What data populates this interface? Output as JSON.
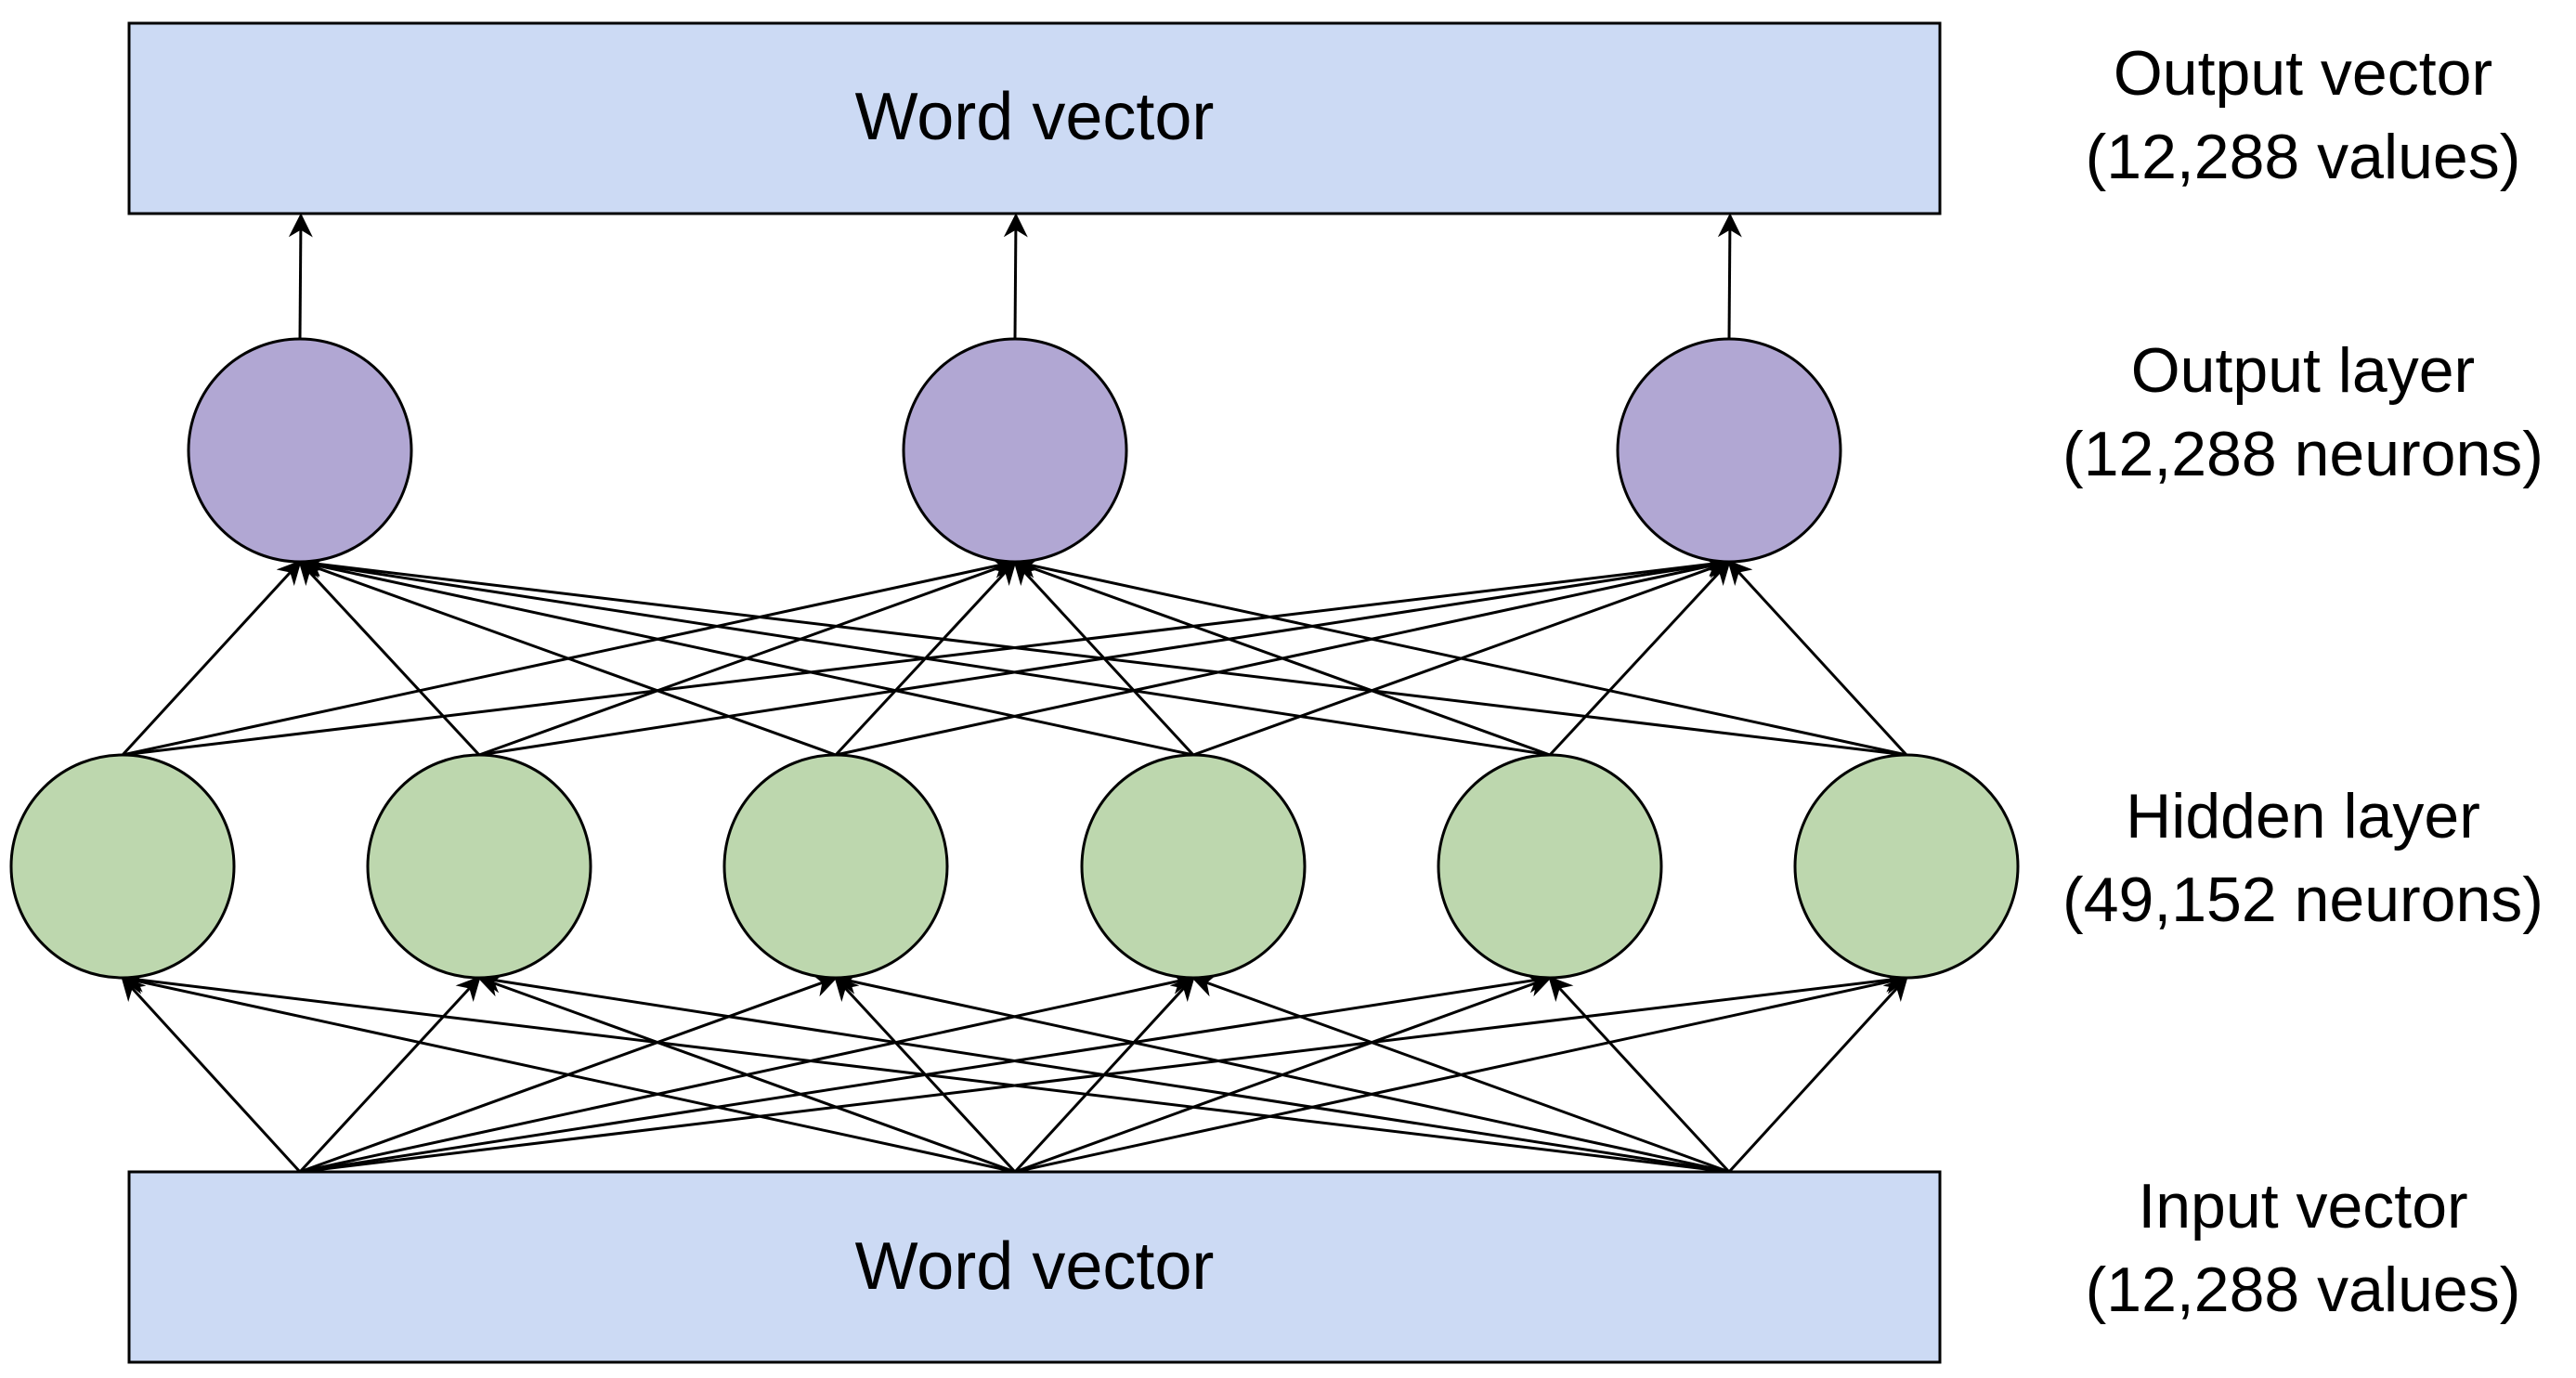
{
  "top_box": {
    "label": "Word vector"
  },
  "bottom_box": {
    "label": "Word vector"
  },
  "side_labels": {
    "output_vector": {
      "line1": "Output vector",
      "line2": "(12,288 values)"
    },
    "output_layer": {
      "line1": "Output layer",
      "line2": "(12,288 neurons)"
    },
    "hidden_layer": {
      "line1": "Hidden layer",
      "line2": "(49,152 neurons)"
    },
    "input_vector": {
      "line1": "Input vector",
      "line2": "(12,288 values)"
    }
  },
  "layers": {
    "output_neuron_count": 3,
    "hidden_neuron_count": 6
  },
  "colors": {
    "vector_box": "#ccdaf4",
    "output_neuron": "#b1a7d3",
    "hidden_neuron": "#bdd7ae",
    "stroke": "#000000"
  }
}
